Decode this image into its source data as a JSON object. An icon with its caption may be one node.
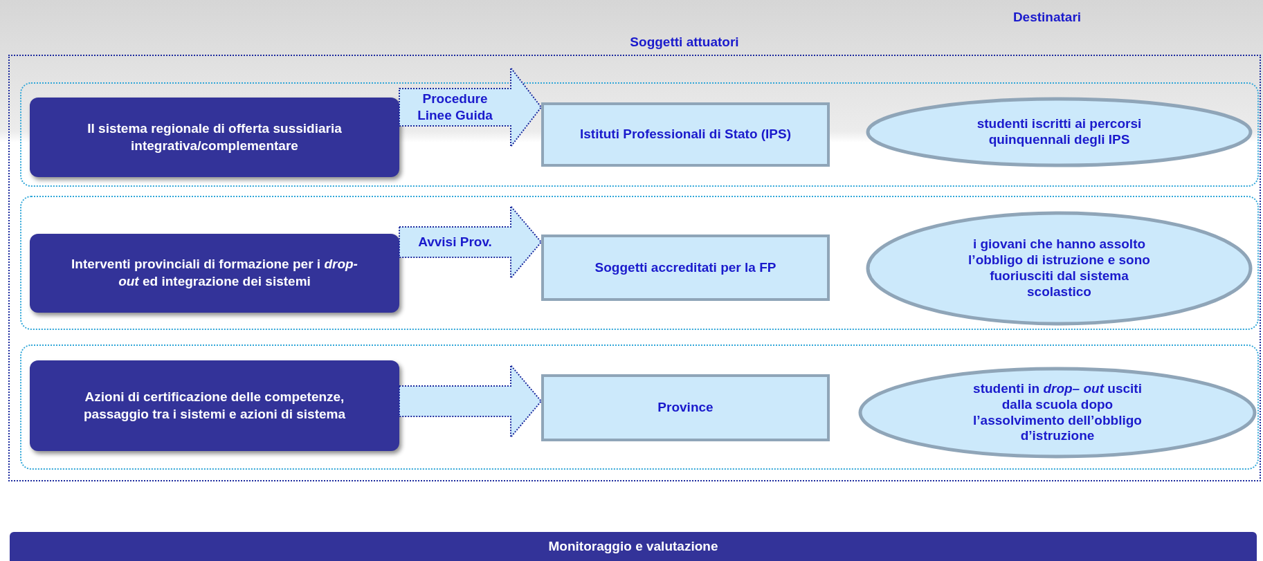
{
  "diagram": {
    "nodes": [
      {
        "text": [],
        "shape": "box"
      },
      {
        "text": [],
        "shape": "box",
        "in": 0
      },
      {
        "text": [
          "Il sistema regionale di offerta sussidiaria integrativa/complementare"
        ],
        "in": 1
      },
      {
        "text": [
          "Istituti Professionali di Stato (IPS)"
        ],
        "in": 1
      },
      {
        "text": [
          "studenti iscritti ai percorsi quinquennali degli IPS"
        ],
        "in": 1
      },
      {
        "text": [],
        "shape": "box",
        "in": 0
      },
      {
        "text": [
          "Interventi provinciali di formazione per i *drop-out* ed integrazione dei sistemi"
        ],
        "in": 5
      },
      {
        "text": [
          "Soggetti accreditati per la FP"
        ],
        "in": 5
      },
      {
        "text": [
          "i giovani che hanno assolto l’obbligo di istruzione e sono fuoriusciti dal sistema scolastico"
        ],
        "in": 5
      },
      {
        "text": [],
        "shape": "box",
        "in": 0
      },
      {
        "text": [
          "Azioni di certificazione delle competenze, passaggio tra i sistemi e azioni di sistema"
        ],
        "in": 9
      },
      {
        "text": [
          "Province"
        ],
        "in": 9
      },
      {
        "text": [
          "studenti in *drop– out* usciti dalla scuola dopo l’assolvimento dell’obbligo d’istruzione"
        ],
        "in": 9
      },
      {
        "text": [
          "Monitoraggio e valutazione"
        ]
      }
    ],
    "edges": [
      {
        "from": 2,
        "to": 3,
        "arrow": "to",
        "label": "Procedure Linee Guida"
      },
      {
        "from": 6,
        "to": 7,
        "arrow": "to",
        "label": "Avvisi Prov."
      },
      {
        "from": 10,
        "to": 11,
        "arrow": "to"
      }
    ],
    "labels": [
      "Soggetti attuatori",
      "Destinatari"
    ]
  }
}
